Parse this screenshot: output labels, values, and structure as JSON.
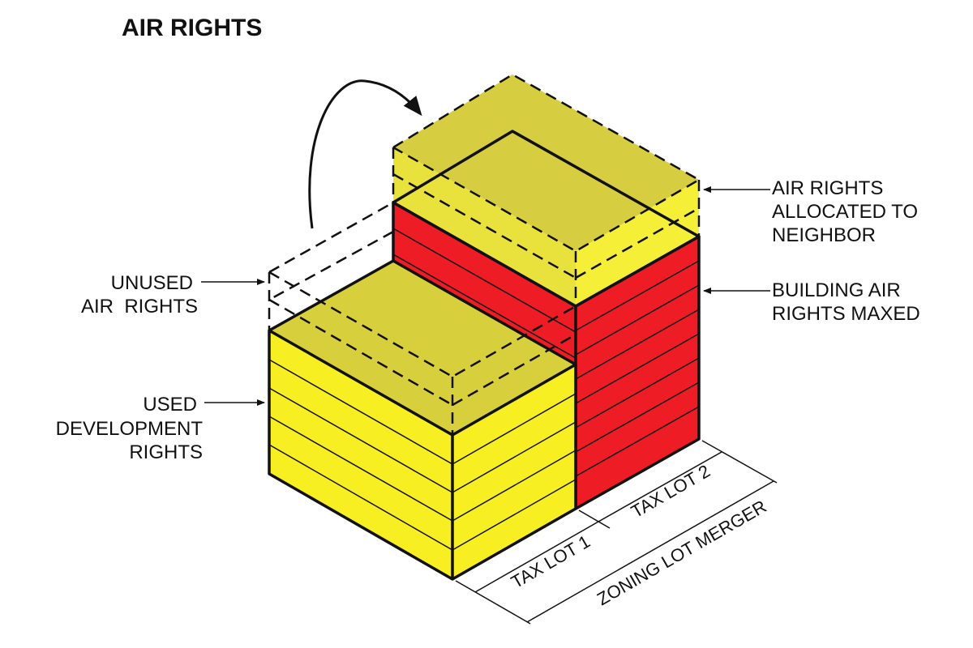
{
  "title": "AIR RIGHTS",
  "labels": {
    "allocated": [
      "AIR RIGHTS",
      "ALLOCATED TO",
      "NEIGHBOR"
    ],
    "maxed": [
      "BUILDING AIR",
      "RIGHTS MAXED"
    ],
    "unused": [
      "UNUSED",
      "AIR  RIGHTS"
    ],
    "used": [
      "USED",
      "DEVELOPMENT",
      "RIGHTS"
    ]
  },
  "dimensions": {
    "tax_lot_1": "TAX LOT 1",
    "tax_lot_2": "TAX LOT 2",
    "zoning_lot_merger": "ZONING LOT MERGER"
  },
  "colors": {
    "yellow": "#f7ef22",
    "yellow_top": "#d8cf3c",
    "red": "#ee1c25",
    "transfer_yellow": "#e2d62a",
    "stroke": "#111111"
  }
}
